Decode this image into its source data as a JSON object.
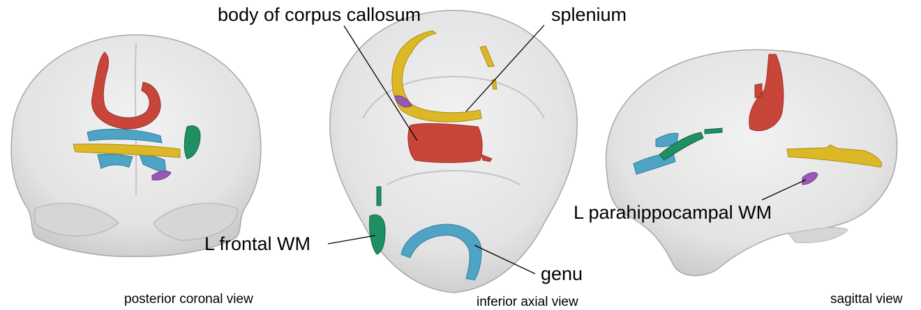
{
  "labels": {
    "body_cc": "body of corpus callosum",
    "splenium": "splenium",
    "frontal": "L frontal WM",
    "genu": "genu",
    "parahippo": "L parahippocampal WM"
  },
  "views": {
    "coronal": "posterior coronal view",
    "axial": "inferior axial view",
    "sagittal": "sagittal view"
  },
  "colors": {
    "body_of_corpus_callosum": "#c8453a",
    "splenium": "#dcb826",
    "genu": "#4fa3c4",
    "l_frontal_wm": "#1f8f64",
    "l_parahippocampal_wm": "#9a58b6",
    "brain_surface": "#e8e8e8"
  }
}
